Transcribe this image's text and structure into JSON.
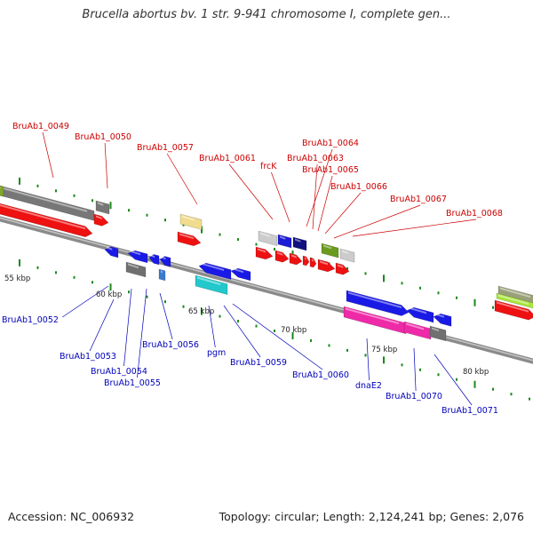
{
  "header": {
    "title": "Brucella abortus bv. 1 str. 9-941 chromosome I, complete gen..."
  },
  "footer": {
    "accession": "Accession: NC_006932",
    "summary": "Topology: circular; Length: 2,124,241 bp; Genes: 2,076"
  },
  "colors": {
    "forward_label": "#cc0000",
    "reverse_label": "#0000bb",
    "tick": "#1a8a1a",
    "backbone": "#8f8f8f"
  },
  "scale": [
    {
      "label": "55 kbp"
    },
    {
      "label": "60 kbp"
    },
    {
      "label": "65 kbp"
    },
    {
      "label": "70 kbp"
    },
    {
      "label": "75 kbp"
    },
    {
      "label": "80 kbp"
    }
  ],
  "forward_labels": [
    "BruAb1_0049",
    "BruAb1_0050",
    "BruAb1_0057",
    "BruAb1_0061",
    "frcK",
    "BruAb1_0064",
    "BruAb1_0063",
    "BruAb1_0065",
    "BruAb1_0066",
    "BruAb1_0067",
    "BruAb1_0068"
  ],
  "reverse_labels": [
    "BruAb1_0052",
    "BruAb1_0053",
    "BruAb1_0054",
    "BruAb1_0055",
    "BruAb1_0056",
    "pgm",
    "BruAb1_0059",
    "BruAb1_0060",
    "dnaE2",
    "BruAb1_0070",
    "BruAb1_0071"
  ]
}
